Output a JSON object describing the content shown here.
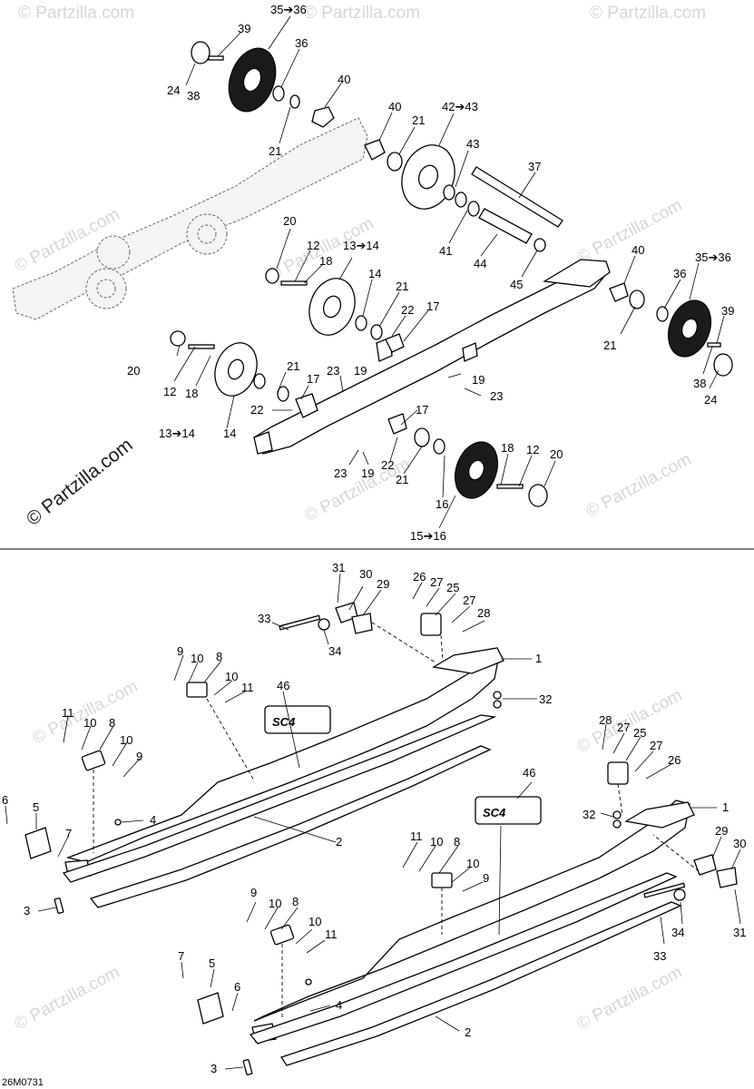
{
  "watermark": {
    "text": "© Partzilla.com"
  },
  "drawing_code": "26M0731",
  "logo": {
    "text": "SC4"
  },
  "top_callouts": [
    {
      "id": "t1",
      "text": "35➔36"
    },
    {
      "id": "t2",
      "text": "39"
    },
    {
      "id": "t3",
      "text": "36"
    },
    {
      "id": "t4",
      "text": "24"
    },
    {
      "id": "t5",
      "text": "38"
    },
    {
      "id": "t6",
      "text": "40"
    },
    {
      "id": "t7",
      "text": "21"
    },
    {
      "id": "t8",
      "text": "40"
    },
    {
      "id": "t9",
      "text": "21"
    },
    {
      "id": "t10",
      "text": "42➔43"
    },
    {
      "id": "t11",
      "text": "43"
    },
    {
      "id": "t12",
      "text": "37"
    },
    {
      "id": "t13",
      "text": "41"
    },
    {
      "id": "t14",
      "text": "44"
    },
    {
      "id": "t15",
      "text": "45"
    },
    {
      "id": "t16",
      "text": "20"
    },
    {
      "id": "t17",
      "text": "12"
    },
    {
      "id": "t18",
      "text": "18"
    },
    {
      "id": "t19",
      "text": "13➔14"
    },
    {
      "id": "t20",
      "text": "14"
    },
    {
      "id": "t21",
      "text": "21"
    },
    {
      "id": "t22",
      "text": "22"
    },
    {
      "id": "t23",
      "text": "17"
    },
    {
      "id": "t24",
      "text": "40"
    },
    {
      "id": "t25",
      "text": "35➔36"
    },
    {
      "id": "t26",
      "text": "36"
    },
    {
      "id": "t27",
      "text": "39"
    },
    {
      "id": "t28",
      "text": "21"
    },
    {
      "id": "t29",
      "text": "38"
    },
    {
      "id": "t30",
      "text": "24"
    },
    {
      "id": "t31",
      "text": "20"
    },
    {
      "id": "t32",
      "text": "12"
    },
    {
      "id": "t33",
      "text": "18"
    },
    {
      "id": "t34",
      "text": "21"
    },
    {
      "id": "t35",
      "text": "17"
    },
    {
      "id": "t36",
      "text": "23"
    },
    {
      "id": "t37",
      "text": "19"
    },
    {
      "id": "t38",
      "text": "19"
    },
    {
      "id": "t39",
      "text": "23"
    },
    {
      "id": "t40",
      "text": "14"
    },
    {
      "id": "t41",
      "text": "22"
    },
    {
      "id": "t42",
      "text": "17"
    },
    {
      "id": "t43",
      "text": "13➔14"
    },
    {
      "id": "t44",
      "text": "18"
    },
    {
      "id": "t45",
      "text": "12"
    },
    {
      "id": "t46",
      "text": "20"
    },
    {
      "id": "t47",
      "text": "23"
    },
    {
      "id": "t48",
      "text": "19"
    },
    {
      "id": "t49",
      "text": "22"
    },
    {
      "id": "t50",
      "text": "21"
    },
    {
      "id": "t51",
      "text": "16"
    },
    {
      "id": "t52",
      "text": "15➔16"
    }
  ],
  "bottom_callouts": [
    {
      "id": "b1",
      "text": "31"
    },
    {
      "id": "b2",
      "text": "30"
    },
    {
      "id": "b3",
      "text": "29"
    },
    {
      "id": "b4",
      "text": "26"
    },
    {
      "id": "b5",
      "text": "27"
    },
    {
      "id": "b6",
      "text": "25"
    },
    {
      "id": "b7",
      "text": "27"
    },
    {
      "id": "b8",
      "text": "28"
    },
    {
      "id": "b9",
      "text": "33"
    },
    {
      "id": "b10",
      "text": "34"
    },
    {
      "id": "b11",
      "text": "1"
    },
    {
      "id": "b12",
      "text": "32"
    },
    {
      "id": "b13",
      "text": "9"
    },
    {
      "id": "b14",
      "text": "10"
    },
    {
      "id": "b15",
      "text": "8"
    },
    {
      "id": "b16",
      "text": "10"
    },
    {
      "id": "b17",
      "text": "11"
    },
    {
      "id": "b18",
      "text": "46"
    },
    {
      "id": "b19",
      "text": "11"
    },
    {
      "id": "b20",
      "text": "10"
    },
    {
      "id": "b21",
      "text": "8"
    },
    {
      "id": "b22",
      "text": "10"
    },
    {
      "id": "b23",
      "text": "9"
    },
    {
      "id": "b24",
      "text": "6"
    },
    {
      "id": "b25",
      "text": "5"
    },
    {
      "id": "b26",
      "text": "4"
    },
    {
      "id": "b27",
      "text": "7"
    },
    {
      "id": "b28",
      "text": "2"
    },
    {
      "id": "b29",
      "text": "3"
    },
    {
      "id": "b30",
      "text": "28"
    },
    {
      "id": "b31",
      "text": "27"
    },
    {
      "id": "b32",
      "text": "25"
    },
    {
      "id": "b33",
      "text": "27"
    },
    {
      "id": "b34",
      "text": "26"
    },
    {
      "id": "b35",
      "text": "46"
    },
    {
      "id": "b36",
      "text": "1"
    },
    {
      "id": "b37",
      "text": "32"
    },
    {
      "id": "b38",
      "text": "11"
    },
    {
      "id": "b39",
      "text": "10"
    },
    {
      "id": "b40",
      "text": "8"
    },
    {
      "id": "b41",
      "text": "10"
    },
    {
      "id": "b42",
      "text": "9"
    },
    {
      "id": "b43",
      "text": "29"
    },
    {
      "id": "b44",
      "text": "30"
    },
    {
      "id": "b45",
      "text": "9"
    },
    {
      "id": "b46",
      "text": "10"
    },
    {
      "id": "b47",
      "text": "8"
    },
    {
      "id": "b48",
      "text": "10"
    },
    {
      "id": "b49",
      "text": "11"
    },
    {
      "id": "b50",
      "text": "34"
    },
    {
      "id": "b51",
      "text": "31"
    },
    {
      "id": "b52",
      "text": "33"
    },
    {
      "id": "b53",
      "text": "7"
    },
    {
      "id": "b54",
      "text": "5"
    },
    {
      "id": "b55",
      "text": "6"
    },
    {
      "id": "b56",
      "text": "4"
    },
    {
      "id": "b57",
      "text": "2"
    },
    {
      "id": "b58",
      "text": "3"
    }
  ]
}
